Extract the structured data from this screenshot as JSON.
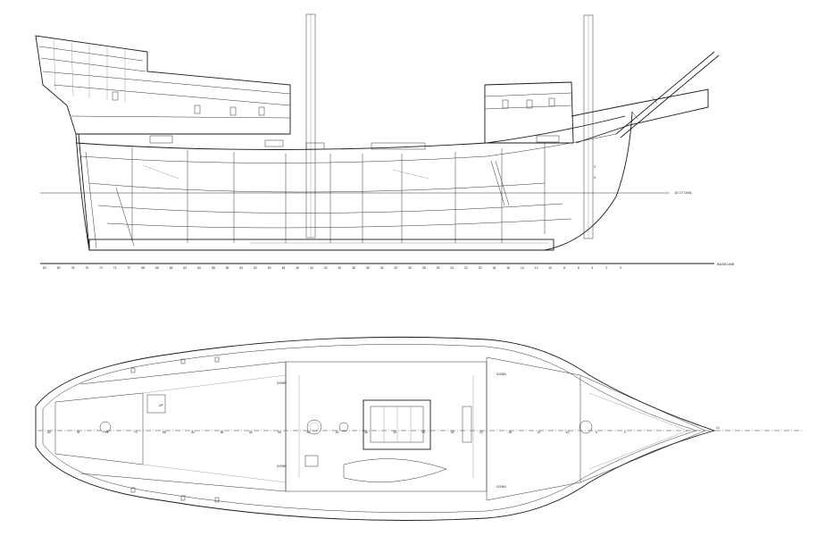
{
  "profile": {
    "baseline_label": "BASELINE",
    "waterline_label": "10'-0\" DWL",
    "draft_mark_1": "2'",
    "draft_mark_2": "0'",
    "frame_ticks": [
      "82",
      "80",
      "78",
      "76",
      "74",
      "72",
      "70",
      "68",
      "66",
      "64",
      "62",
      "60",
      "58",
      "56",
      "54",
      "52",
      "50",
      "48",
      "46",
      "44",
      "42",
      "40",
      "38",
      "36",
      "34",
      "32",
      "30",
      "28",
      "26",
      "24",
      "22",
      "20",
      "18",
      "16",
      "14",
      "12",
      "10",
      "8",
      "6",
      "4",
      "2",
      "0"
    ]
  },
  "deck_plan": {
    "down_label_1": "DOWN",
    "down_label_2": "DOWN",
    "down_label_3": "DOWN",
    "down_label_4": "DOWN",
    "centerline_label": "CL",
    "stern_mark": "UP",
    "station_ticks": [
      "82",
      "78",
      "74",
      "70",
      "66",
      "62",
      "58",
      "54",
      "50",
      "46",
      "42",
      "38",
      "34",
      "30",
      "26",
      "22",
      "18",
      "14",
      "10",
      "6",
      "2"
    ]
  },
  "colors": {
    "line": "#1a1a1a",
    "background": "#ffffff"
  }
}
